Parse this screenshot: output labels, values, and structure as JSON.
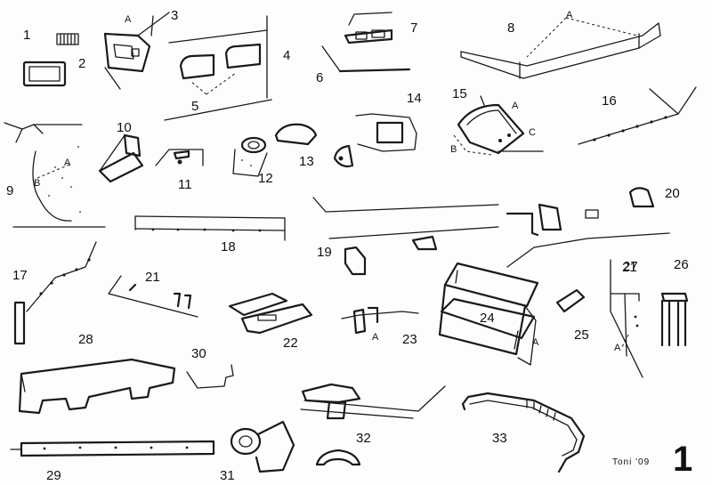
{
  "part_labels": [
    "1",
    "2",
    "3",
    "4",
    "5",
    "6",
    "7",
    "8",
    "9",
    "10",
    "11",
    "12",
    "13",
    "14",
    "15",
    "16",
    "17",
    "18",
    "19",
    "20",
    "21",
    "21",
    "22",
    "23",
    "24",
    "25",
    "26",
    "27",
    "28",
    "29",
    "30",
    "31",
    "32",
    "33"
  ],
  "letter_labels": [
    "A",
    "A",
    "A",
    "B",
    "A",
    "C",
    "B",
    "A",
    "A",
    "A"
  ],
  "signature": "Toni '09",
  "sheet_number": "1"
}
